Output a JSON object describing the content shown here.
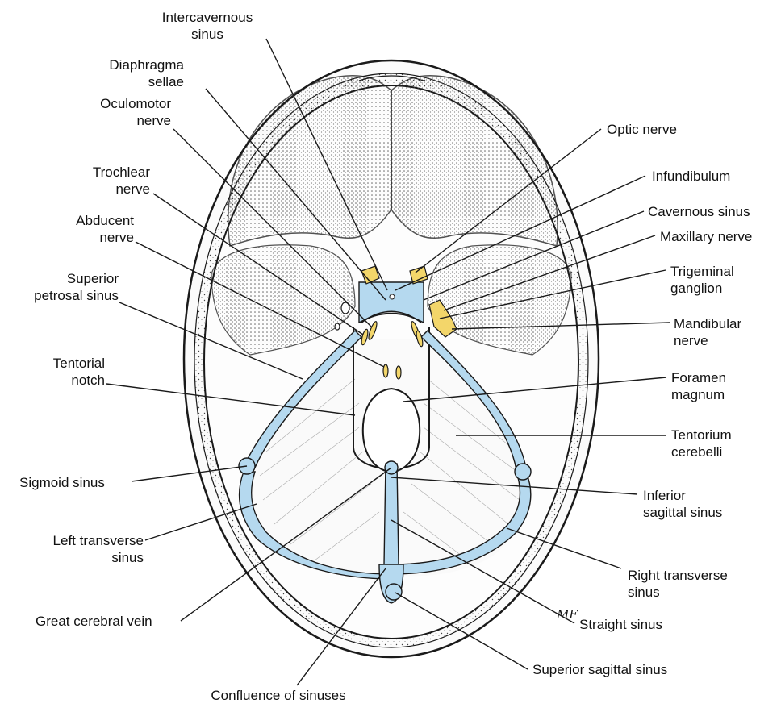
{
  "colors": {
    "sinus": "#b5d9ef",
    "nerve": "#f3d66a",
    "outline": "#1a1a1a",
    "bone_fill": "#f7f7f7"
  },
  "labels": {
    "intercavernous": "Intercavernous\nsinus",
    "diaphragma": "Diaphragma\nsellae",
    "oculomotor": "Oculomotor\nnerve",
    "trochlear": "Trochlear\nnerve",
    "abducent": "Abducent\nnerve",
    "sup_petrosal": "Superior\npetrosal sinus",
    "tentorial_notch": "Tentorial\nnotch",
    "sigmoid": "Sigmoid sinus",
    "left_transverse": "Left transverse\nsinus",
    "great_cerebral": "Great cerebral vein",
    "confluence": "Confluence of sinuses",
    "optic": "Optic nerve",
    "infundibulum": "Infundibulum",
    "cavernous": "Cavernous sinus",
    "maxillary": "Maxillary nerve",
    "trigeminal": "Trigeminal\nganglion",
    "mandibular": "Mandibular\nnerve",
    "foramen": "Foramen\nmagnum",
    "tentorium": "Tentorium\ncerebelli",
    "inf_sagittal": "Inferior\nsagittal sinus",
    "right_transverse": "Right transverse\nsinus",
    "straight": "Straight sinus",
    "sup_sagittal": "Superior sagittal sinus",
    "signature": "MF"
  }
}
